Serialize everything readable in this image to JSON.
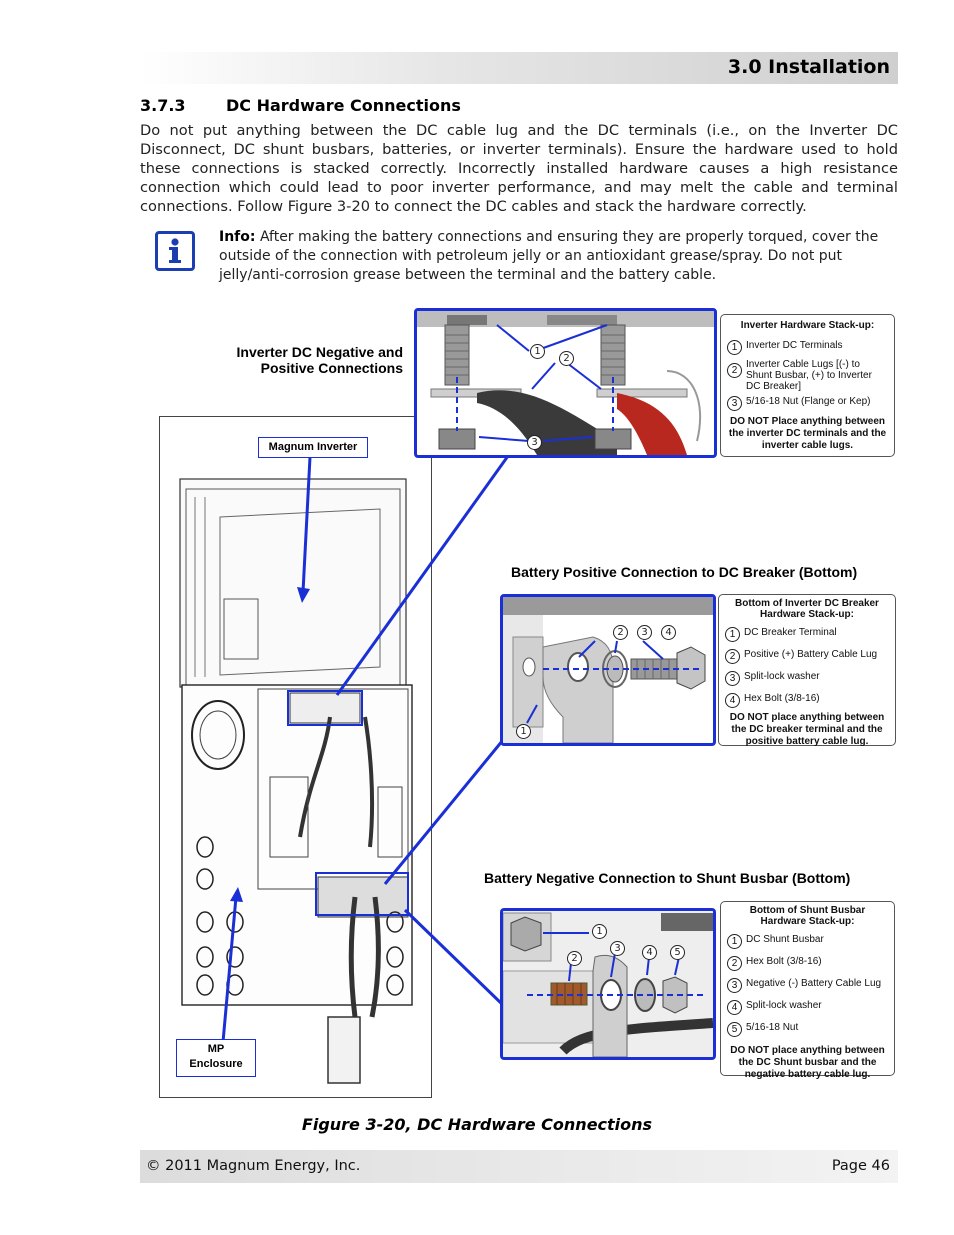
{
  "header": {
    "title": "3.0 Installation"
  },
  "section": {
    "number": "3.7.3",
    "title": "DC Hardware Connections"
  },
  "body_text": "Do not put anything between the DC cable lug and the DC terminals (i.e., on the Inverter DC Disconnect, DC shunt busbars, batteries, or inverter terminals). Ensure the hardware used to hold these connections is stacked correctly. Incorrectly installed hardware causes a high resistance connection which could lead to poor inverter performance, and may melt the cable and terminal connections. Follow Figure 3-20 to connect the DC cables and stack the hardware correctly.",
  "info": {
    "label": "Info:",
    "text": "After making the battery connections and ensuring they are properly torqued, cover the outside of the connection with petroleum jelly or an antioxidant grease/spray. Do not put jelly/anti-corrosion grease between the terminal and the battery cable."
  },
  "figure": {
    "caption": "Figure 3-20, DC Hardware Connections",
    "labels": {
      "inverter_dc_1": "Inverter DC Negative and",
      "inverter_dc_2": "Positive Connections",
      "battery_pos": "Battery Positive Connection to DC Breaker (Bottom)",
      "battery_neg": "Battery Negative Connection to Shunt Busbar (Bottom)",
      "magnum_inverter": "Magnum Inverter",
      "mp_enclosure_1": "MP",
      "mp_enclosure_2": "Enclosure"
    },
    "callout_inverter": {
      "title": "Inverter Hardware Stack-up:",
      "items": [
        {
          "n": "1",
          "text": "Inverter DC Terminals"
        },
        {
          "n": "2",
          "text": "Inverter Cable Lugs [(-) to Shunt Busbar, (+) to Inverter DC Breaker]"
        },
        {
          "n": "3",
          "text": "5/16-18 Nut (Flange or Kep)"
        }
      ],
      "warning": "DO NOT Place anything between the inverter DC terminals and the inverter cable lugs."
    },
    "callout_breaker": {
      "title": "Bottom of Inverter DC Breaker Hardware Stack-up:",
      "items": [
        {
          "n": "1",
          "text": "DC Breaker Terminal"
        },
        {
          "n": "2",
          "text": "Positive (+) Battery Cable Lug"
        },
        {
          "n": "3",
          "text": "Split-lock washer"
        },
        {
          "n": "4",
          "text": "Hex Bolt (3/8-16)"
        }
      ],
      "warning": "DO NOT place anything between the DC breaker terminal and the positive battery cable lug."
    },
    "callout_shunt": {
      "title": "Bottom of Shunt Busbar Hardware Stack-up:",
      "items": [
        {
          "n": "1",
          "text": "DC Shunt Busbar"
        },
        {
          "n": "2",
          "text": "Hex Bolt (3/8-16)"
        },
        {
          "n": "3",
          "text": "Negative (-) Battery Cable Lug"
        },
        {
          "n": "4",
          "text": "Split-lock washer"
        },
        {
          "n": "5",
          "text": "5/16-18 Nut"
        }
      ],
      "warning": "DO NOT place anything between the DC Shunt busbar and the negative battery cable lug."
    },
    "photo_markers": {
      "inverter": [
        "1",
        "2",
        "3"
      ],
      "breaker": [
        "1",
        "2",
        "3",
        "4"
      ],
      "shunt": [
        "1",
        "2",
        "3",
        "4",
        "5"
      ]
    }
  },
  "footer": {
    "copyright": "© 2011 Magnum Energy, Inc.",
    "page": "Page 46"
  },
  "colors": {
    "accent_blue": "#1a2fd6",
    "info_icon_blue": "#1b3fb0"
  }
}
